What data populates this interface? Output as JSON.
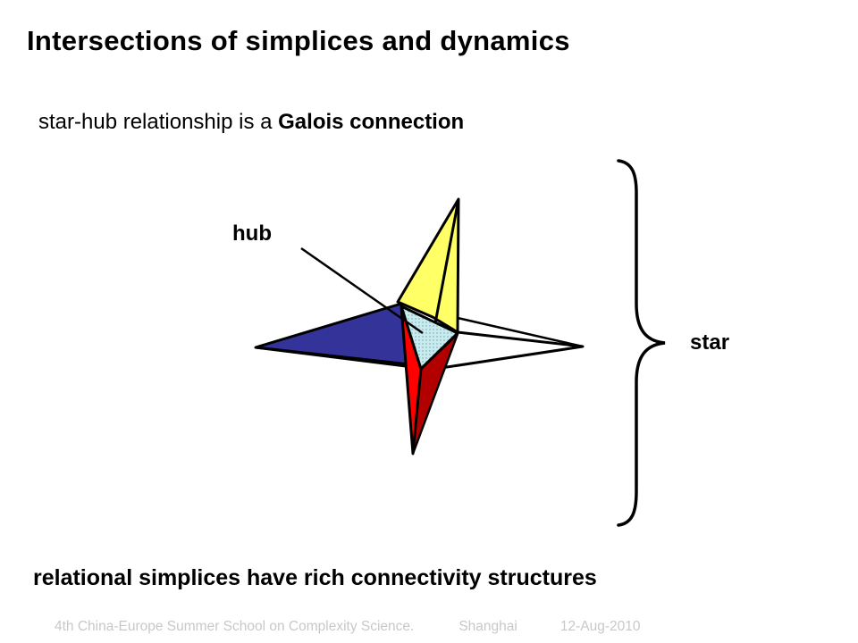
{
  "slide": {
    "title": "Intersections of simplices and dynamics",
    "subtitle_prefix": "star-hub relationship is a ",
    "subtitle_bold": "Galois connection",
    "conclusion": "relational simplices have rich connectivity structures"
  },
  "diagram": {
    "hub_label": "hub",
    "star_label": "star",
    "colors": {
      "blue_face": "#333399",
      "yellow_face": "#ffff66",
      "red_face": "#ff0000",
      "dark_red_face": "#b20000",
      "hub_fill": "#c6ecf0",
      "outline": "#000000"
    }
  },
  "footer": {
    "event": "4th China-Europe Summer School on Complexity Science.",
    "place": "Shanghai",
    "date": "12-Aug-2010"
  }
}
